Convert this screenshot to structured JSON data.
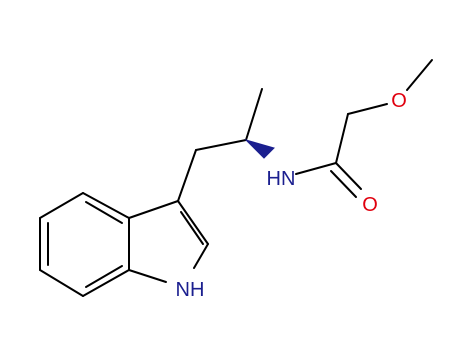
{
  "molecule": {
    "atom_labels": {
      "amide_nh": "HN",
      "carbonyl_o": "O",
      "ether_o": "O",
      "indole_nh": "NH"
    },
    "colors": {
      "bond": "#000000",
      "nitrogen": "#1b1f8f",
      "oxygen": "#e0000e",
      "background": "#ffffff"
    }
  }
}
